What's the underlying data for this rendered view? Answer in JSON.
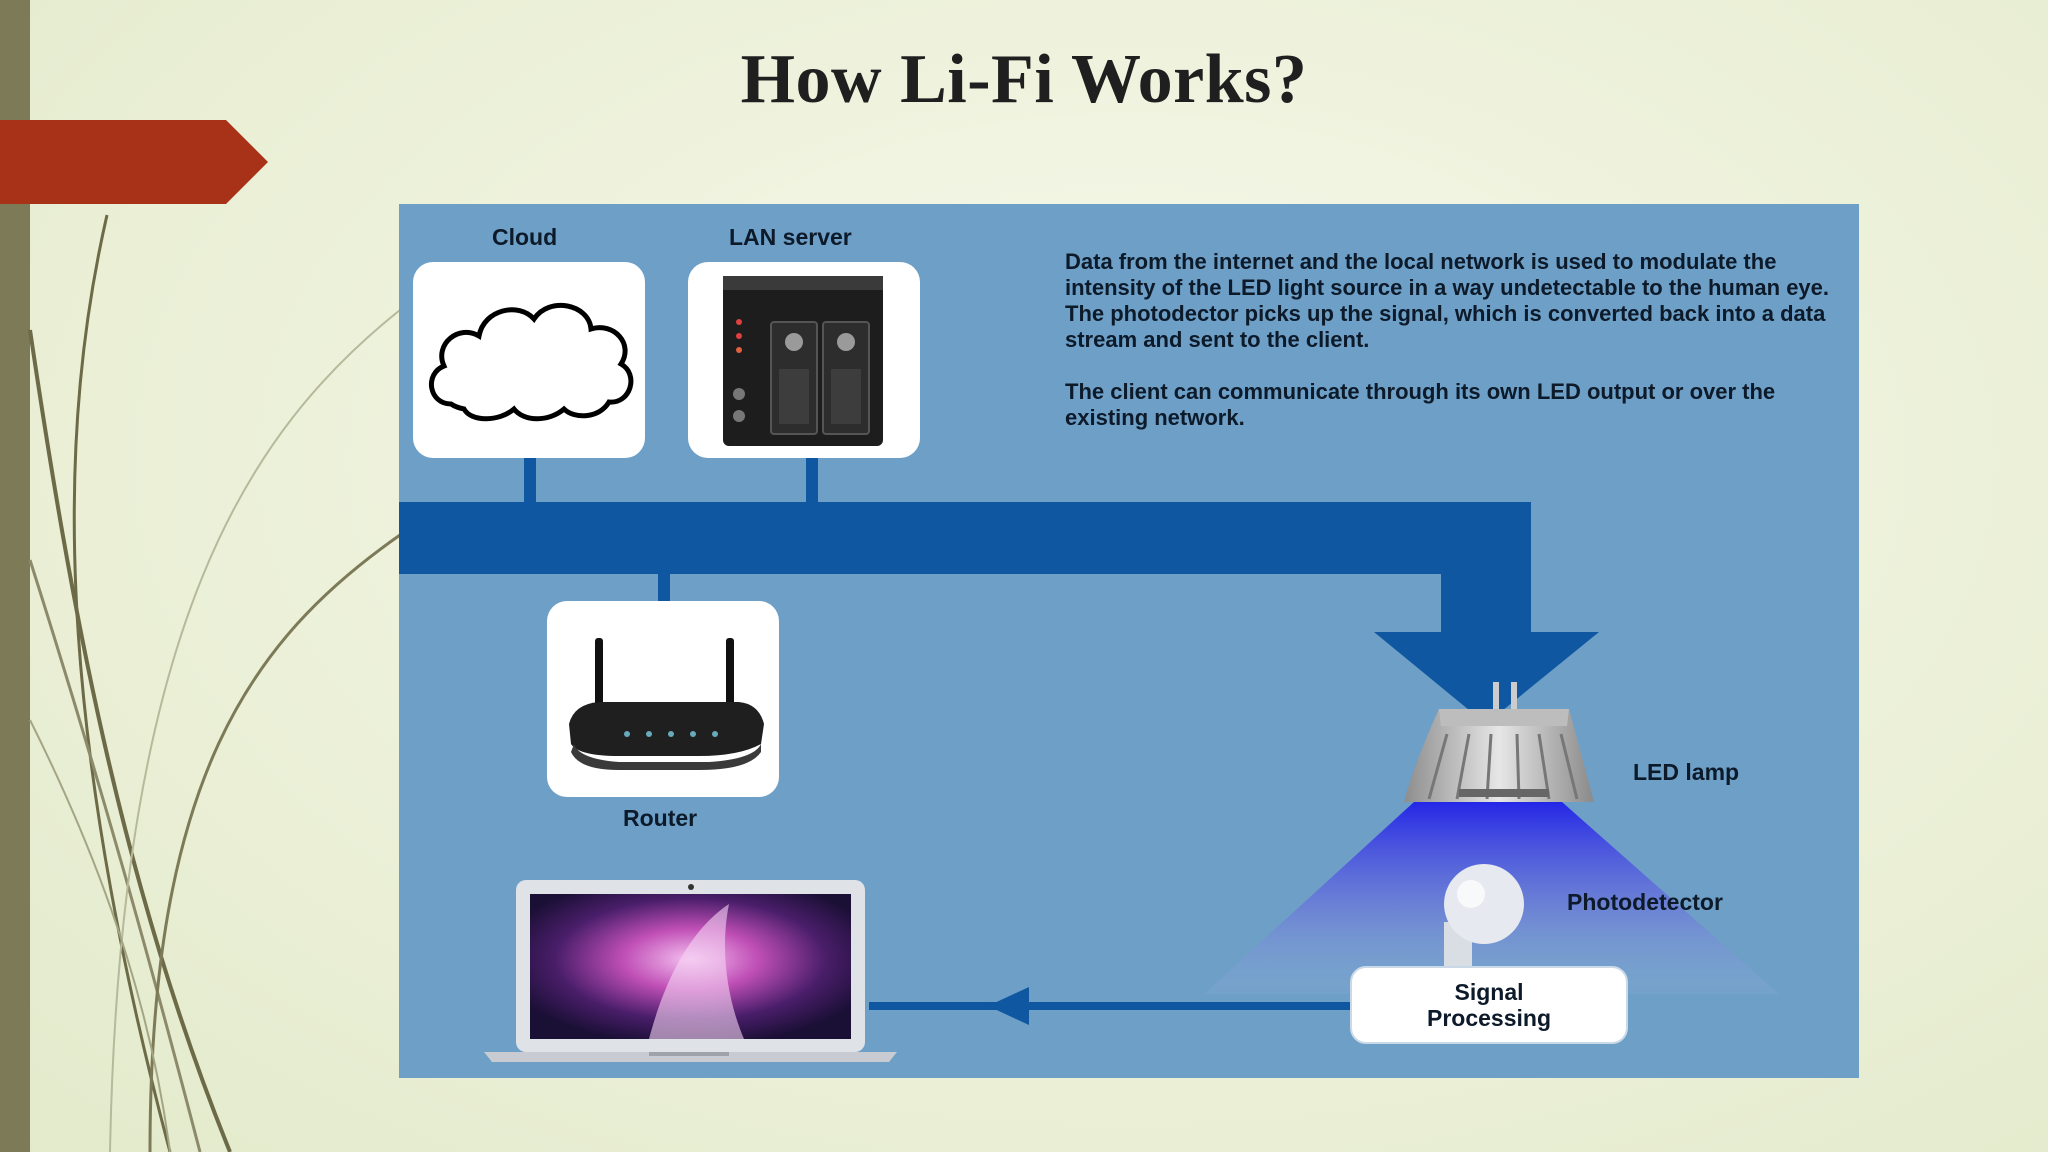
{
  "slide": {
    "title": "How Li-Fi Works?"
  },
  "diagram": {
    "labels": {
      "cloud": "Cloud",
      "lan_server": "LAN server",
      "router": "Router",
      "led_lamp": "LED lamp",
      "photodetector": "Photodetector",
      "signal_processing_line1": "Signal",
      "signal_processing_line2": "Processing"
    },
    "description": [
      "Data from the internet and the local network is used to modulate the intensity of the LED light source in a way undetectable to the human eye. The photodector picks up the signal, which is converted back into a data stream and sent to the client.",
      "The client can communicate through its own LED output or over the existing network."
    ],
    "colors": {
      "background": "#6d9fc7",
      "bus": "#0f57a0",
      "accent_tab": "#a83218",
      "light_beam": "#3f3fe6"
    },
    "icons": [
      "cloud-icon",
      "server-icon",
      "router-icon",
      "led-lamp-icon",
      "photodetector-icon",
      "laptop-icon"
    ]
  }
}
